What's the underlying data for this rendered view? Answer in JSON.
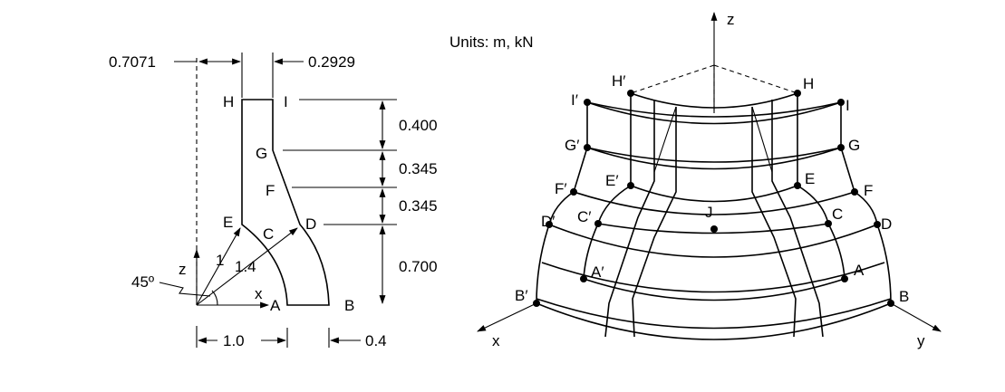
{
  "units_text": "Units:  m, kN",
  "profile": {
    "point_labels": {
      "A": "A",
      "B": "B",
      "C": "C",
      "D": "D",
      "E": "E",
      "F": "F",
      "G": "G",
      "H": "H",
      "I": "I"
    },
    "axis_labels": {
      "z": "z",
      "x": "x"
    },
    "angle_label": "45º",
    "radius_inner": "1",
    "radius_outer": "1.4",
    "dims": {
      "left_offset": "0.7071",
      "top_width": "0.2929",
      "h_hi": "0.400",
      "h_gf": "0.345",
      "h_fd": "0.345",
      "h_db": "0.700",
      "base_inner": "1.0",
      "base_thickness": "0.4"
    }
  },
  "shell": {
    "axis_labels": {
      "z": "z",
      "x": "x",
      "y": "y"
    },
    "right_labels": {
      "A": "A",
      "B": "B",
      "C": "C",
      "D": "D",
      "E": "E",
      "G": "G",
      "H": "H",
      "I": "I",
      "F": "F"
    },
    "left_labels": {
      "A": "A",
      "B": "B",
      "C": "C",
      "D": "D",
      "E": "E",
      "F": "F",
      "G": "G",
      "H": "H",
      "I": "I"
    },
    "prime_mark": "′",
    "center_label": "J"
  }
}
